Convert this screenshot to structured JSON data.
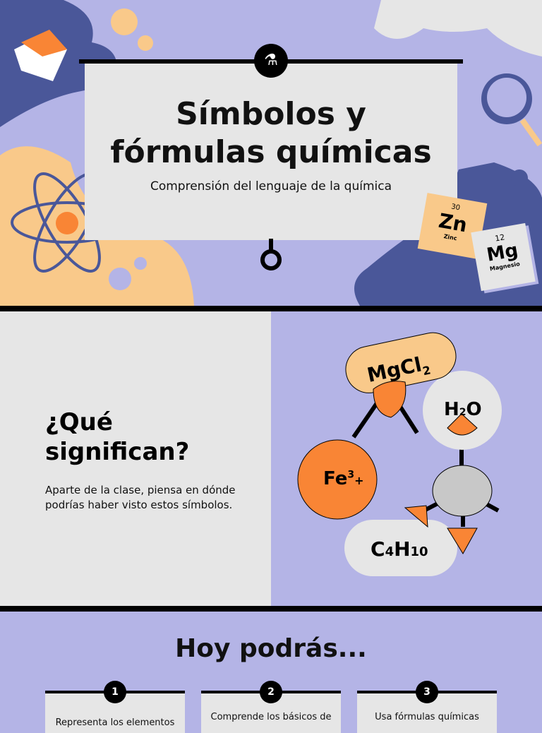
{
  "hero": {
    "title_line1": "Símbolos y",
    "title_line2": "fórmulas químicas",
    "subtitle": "Comprensión del lenguaje de la química",
    "elements": [
      {
        "number": "30",
        "symbol": "Zn",
        "name": "Zinc"
      },
      {
        "number": "12",
        "symbol": "Mg",
        "name": "Magnesio"
      }
    ]
  },
  "section2": {
    "heading_line1": "¿Qué",
    "heading_line2": "significan?",
    "body": "Aparte de la clase, piensa en dónde podrías haber visto estos símbolos.",
    "formulas": {
      "mgcl2": "MgCl",
      "mgcl2_sub": "2",
      "h2o_h": "H",
      "h2o_sub": "2",
      "h2o_o": "O",
      "fe": "Fe",
      "fe_sup": "3",
      "fe_charge": "+",
      "c4h10_c": "C",
      "c4h10_sub1": "4",
      "c4h10_h": "H",
      "c4h10_sub2": "10"
    }
  },
  "section3": {
    "heading": "Hoy podrás...",
    "cards": [
      {
        "number": "1",
        "text": "Representa los elementos"
      },
      {
        "number": "2",
        "text": "Comprende los básicos de"
      },
      {
        "number": "3",
        "text": "Usa fórmulas químicas"
      }
    ]
  },
  "colors": {
    "lavender": "#b4b4e6",
    "navy": "#4a5799",
    "cream": "#f9c98a",
    "orange": "#f98535",
    "grey": "#e6e6e6"
  }
}
